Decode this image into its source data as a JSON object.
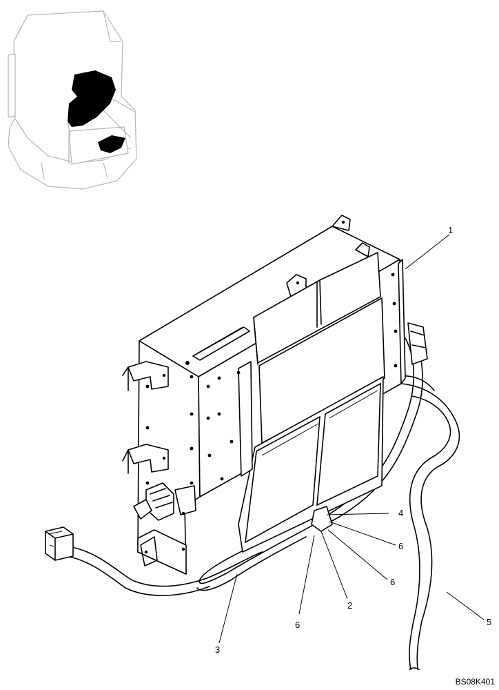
{
  "figure": {
    "reference_code": "BS08K401",
    "callouts": [
      {
        "id": "c1",
        "label": "1"
      },
      {
        "id": "c2",
        "label": "2"
      },
      {
        "id": "c3",
        "label": "3"
      },
      {
        "id": "c4",
        "label": "4"
      },
      {
        "id": "c5",
        "label": "5"
      },
      {
        "id": "c6a",
        "label": "6"
      },
      {
        "id": "c6b",
        "label": "6"
      },
      {
        "id": "c6c",
        "label": "6"
      }
    ]
  },
  "colors": {
    "line": "#000000",
    "locator_outline": "#b5b5b5",
    "locator_highlight": "#000000",
    "background": "#ffffff"
  }
}
